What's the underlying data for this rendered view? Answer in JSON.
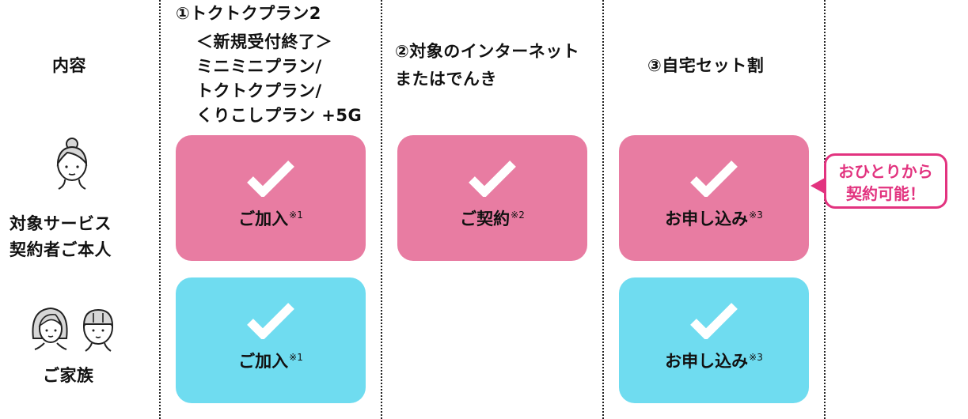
{
  "header": {
    "row_label": "内容",
    "columns": [
      {
        "title": "①トクトクプラン2",
        "lines": [
          "＜新規受付終了＞",
          "ミニミニプラン/",
          "トクトクプラン/",
          "くりこしプラン +5G"
        ]
      },
      {
        "title": "②対象のインターネット",
        "lines": [
          "またはでんき"
        ]
      },
      {
        "title": "③自宅セット割",
        "lines": []
      }
    ]
  },
  "rows": [
    {
      "label_lines": [
        "対象サービス",
        "契約者ご本人"
      ],
      "icon": "woman-bun-face-icon",
      "color": "#e87ca2",
      "cells": [
        {
          "text": "ご加入",
          "note": "※1"
        },
        {
          "text": "ご契約",
          "note": "※2"
        },
        {
          "text": "お申し込み",
          "note": "※3"
        }
      ]
    },
    {
      "label_lines": [
        "ご家族"
      ],
      "icon": "family-faces-icon",
      "color": "#6fdcf0",
      "cells": [
        {
          "text": "ご加入",
          "note": "※1"
        },
        null,
        {
          "text": "お申し込み",
          "note": "※3"
        }
      ]
    }
  ],
  "callout": {
    "lines": [
      "おひとりから",
      "契約可能！"
    ],
    "color": "#e2337f"
  }
}
